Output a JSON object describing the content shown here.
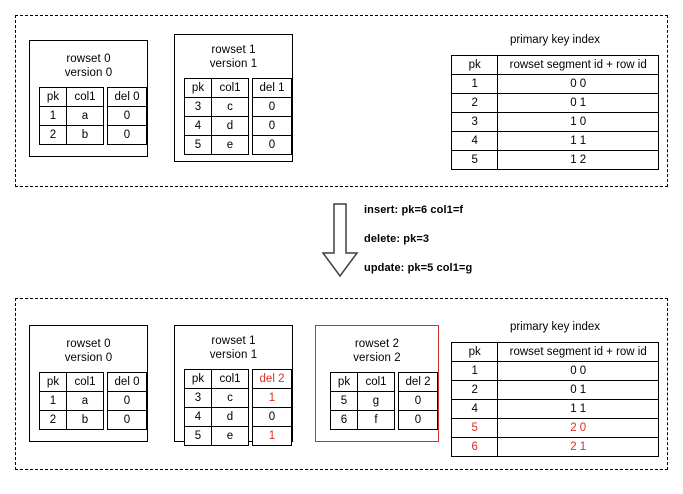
{
  "diagram": {
    "title_hidden": "",
    "accent_red": "#e02d20",
    "line_black": "#000000"
  },
  "states": {
    "before": {
      "name": "state-before",
      "rowsets": [
        {
          "name": "rowset-0",
          "title_line1": "rowset 0",
          "title_line2": "version 0",
          "highlight": false,
          "data": {
            "headers": [
              "pk",
              "col1"
            ],
            "rows": [
              [
                "1",
                "a"
              ],
              [
                "2",
                "b"
              ]
            ]
          },
          "delete_bitmap": {
            "header": "del 0",
            "header_red": false,
            "values": [
              "0",
              "0"
            ],
            "values_red": [
              false,
              false
            ]
          }
        },
        {
          "name": "rowset-1",
          "title_line1": "rowset 1",
          "title_line2": "version 1",
          "highlight": false,
          "data": {
            "headers": [
              "pk",
              "col1"
            ],
            "rows": [
              [
                "3",
                "c"
              ],
              [
                "4",
                "d"
              ],
              [
                "5",
                "e"
              ]
            ]
          },
          "delete_bitmap": {
            "header": "del 1",
            "header_red": false,
            "values": [
              "0",
              "0",
              "0"
            ],
            "values_red": [
              false,
              false,
              false
            ]
          }
        }
      ],
      "primary_key_index": {
        "title": "primary key index",
        "headers": [
          "pk",
          "rowset segment id + row id"
        ],
        "rows": [
          {
            "pk": "1",
            "location": "0 0",
            "red": false
          },
          {
            "pk": "2",
            "location": "0 1",
            "red": false
          },
          {
            "pk": "3",
            "location": "1 0",
            "red": false
          },
          {
            "pk": "4",
            "location": "1 1",
            "red": false
          },
          {
            "pk": "5",
            "location": "1 2",
            "red": false
          }
        ]
      }
    },
    "after": {
      "name": "state-after",
      "rowsets": [
        {
          "name": "rowset-0",
          "title_line1": "rowset 0",
          "title_line2": "version 0",
          "highlight": false,
          "data": {
            "headers": [
              "pk",
              "col1"
            ],
            "rows": [
              [
                "1",
                "a"
              ],
              [
                "2",
                "b"
              ]
            ]
          },
          "delete_bitmap": {
            "header": "del 0",
            "header_red": false,
            "values": [
              "0",
              "0"
            ],
            "values_red": [
              false,
              false
            ]
          }
        },
        {
          "name": "rowset-1",
          "title_line1": "rowset 1",
          "title_line2": "version 1",
          "highlight": false,
          "data": {
            "headers": [
              "pk",
              "col1"
            ],
            "rows": [
              [
                "3",
                "c"
              ],
              [
                "4",
                "d"
              ],
              [
                "5",
                "e"
              ]
            ]
          },
          "delete_bitmap": {
            "header": "del 2",
            "header_red": true,
            "values": [
              "1",
              "0",
              "1"
            ],
            "values_red": [
              true,
              false,
              true
            ]
          }
        },
        {
          "name": "rowset-2",
          "title_line1": "rowset 2",
          "title_line2": "version 2",
          "highlight": true,
          "data": {
            "headers": [
              "pk",
              "col1"
            ],
            "rows": [
              [
                "5",
                "g"
              ],
              [
                "6",
                "f"
              ]
            ]
          },
          "delete_bitmap": {
            "header": "del 2",
            "header_red": false,
            "values": [
              "0",
              "0"
            ],
            "values_red": [
              false,
              false
            ]
          }
        }
      ],
      "primary_key_index": {
        "title": "primary key index",
        "headers": [
          "pk",
          "rowset segment id + row id"
        ],
        "rows": [
          {
            "pk": "1",
            "location": "0 0",
            "red": false
          },
          {
            "pk": "2",
            "location": "0 1",
            "red": false
          },
          {
            "pk": "4",
            "location": "1 1",
            "red": false
          },
          {
            "pk": "5",
            "location": "2 0",
            "red": true
          },
          {
            "pk": "6",
            "location": "2 1",
            "red": true
          }
        ]
      }
    }
  },
  "transition": {
    "arrow_icon": "arrow-down-icon",
    "operations": [
      "insert: pk=6 col1=f",
      "delete: pk=3",
      "update: pk=5 col1=g"
    ]
  }
}
